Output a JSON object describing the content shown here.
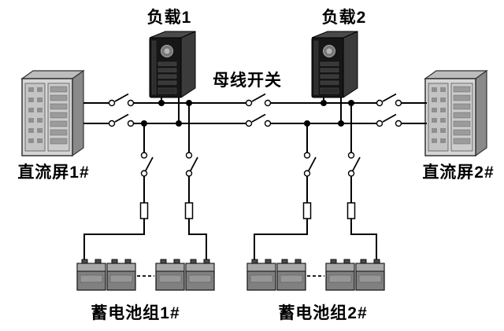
{
  "diagram": {
    "load1_label": "负载1",
    "load2_label": "负载2",
    "bus_switch_label": "母线开关",
    "dc_panel1_label": "直流屏1#",
    "dc_panel2_label": "直流屏2#",
    "battery_group1_label": "蓄电池组1#",
    "battery_group2_label": "蓄电池组2#",
    "colors": {
      "line": "#000000",
      "background": "#ffffff",
      "cabinet_gray": "#d6d6d6",
      "server_black": "#161616",
      "battery_gray": "#808080"
    }
  }
}
